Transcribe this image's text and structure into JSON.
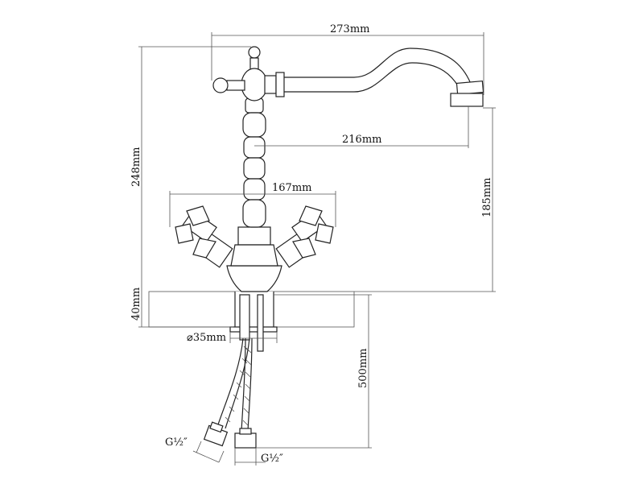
{
  "dimensions": {
    "total_length": "273mm",
    "spout_reach": "216mm",
    "total_height": "248mm",
    "spout_height": "185mm",
    "handle_span": "167mm",
    "counter_thickness": "40mm",
    "mount_diameter": "⌀35mm",
    "hose_length": "500mm",
    "thread_left": "G½″",
    "thread_right": "G½″"
  },
  "colors": {
    "line": "#222222",
    "hatch": "#b5b5b5",
    "background": "#ffffff"
  }
}
